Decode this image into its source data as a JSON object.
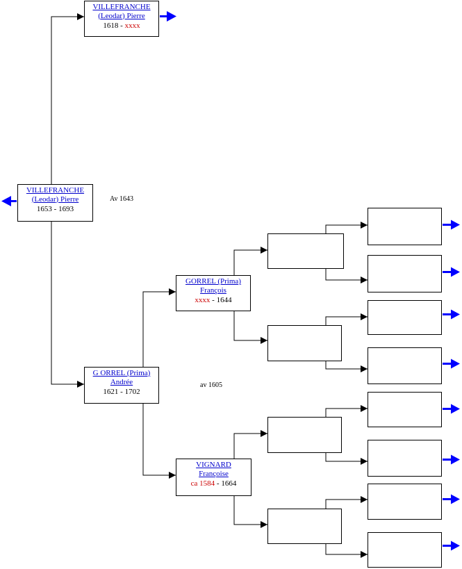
{
  "persons": {
    "subject": {
      "surname": "VILLEFRANCHE",
      "given": "(Leodar) Pierre",
      "birth": "1653",
      "death": "1693"
    },
    "father": {
      "surname": "VILLEFRANCHE",
      "given": "(Leodar) Pierre",
      "birth": "1618",
      "death": "xxxx"
    },
    "mother": {
      "surname": "G ORREL (Prima)",
      "given": "Andrée",
      "birth": "1621",
      "death": "1702"
    },
    "mgf": {
      "surname": "GORREL (Prima)",
      "given": "François",
      "birth": "xxxx",
      "death": "1644"
    },
    "mgm": {
      "surname": "VIGNARD",
      "given": "Françoise",
      "birth": "ca 1584",
      "death": "1664"
    }
  },
  "marriages": {
    "parents": "Av 1643",
    "maternal_grandparents": "av 1605"
  },
  "colors": {
    "link": "#0000cc",
    "uncertain": "#cc0000",
    "nav_arrow": "#0000ff",
    "line": "#000000"
  }
}
